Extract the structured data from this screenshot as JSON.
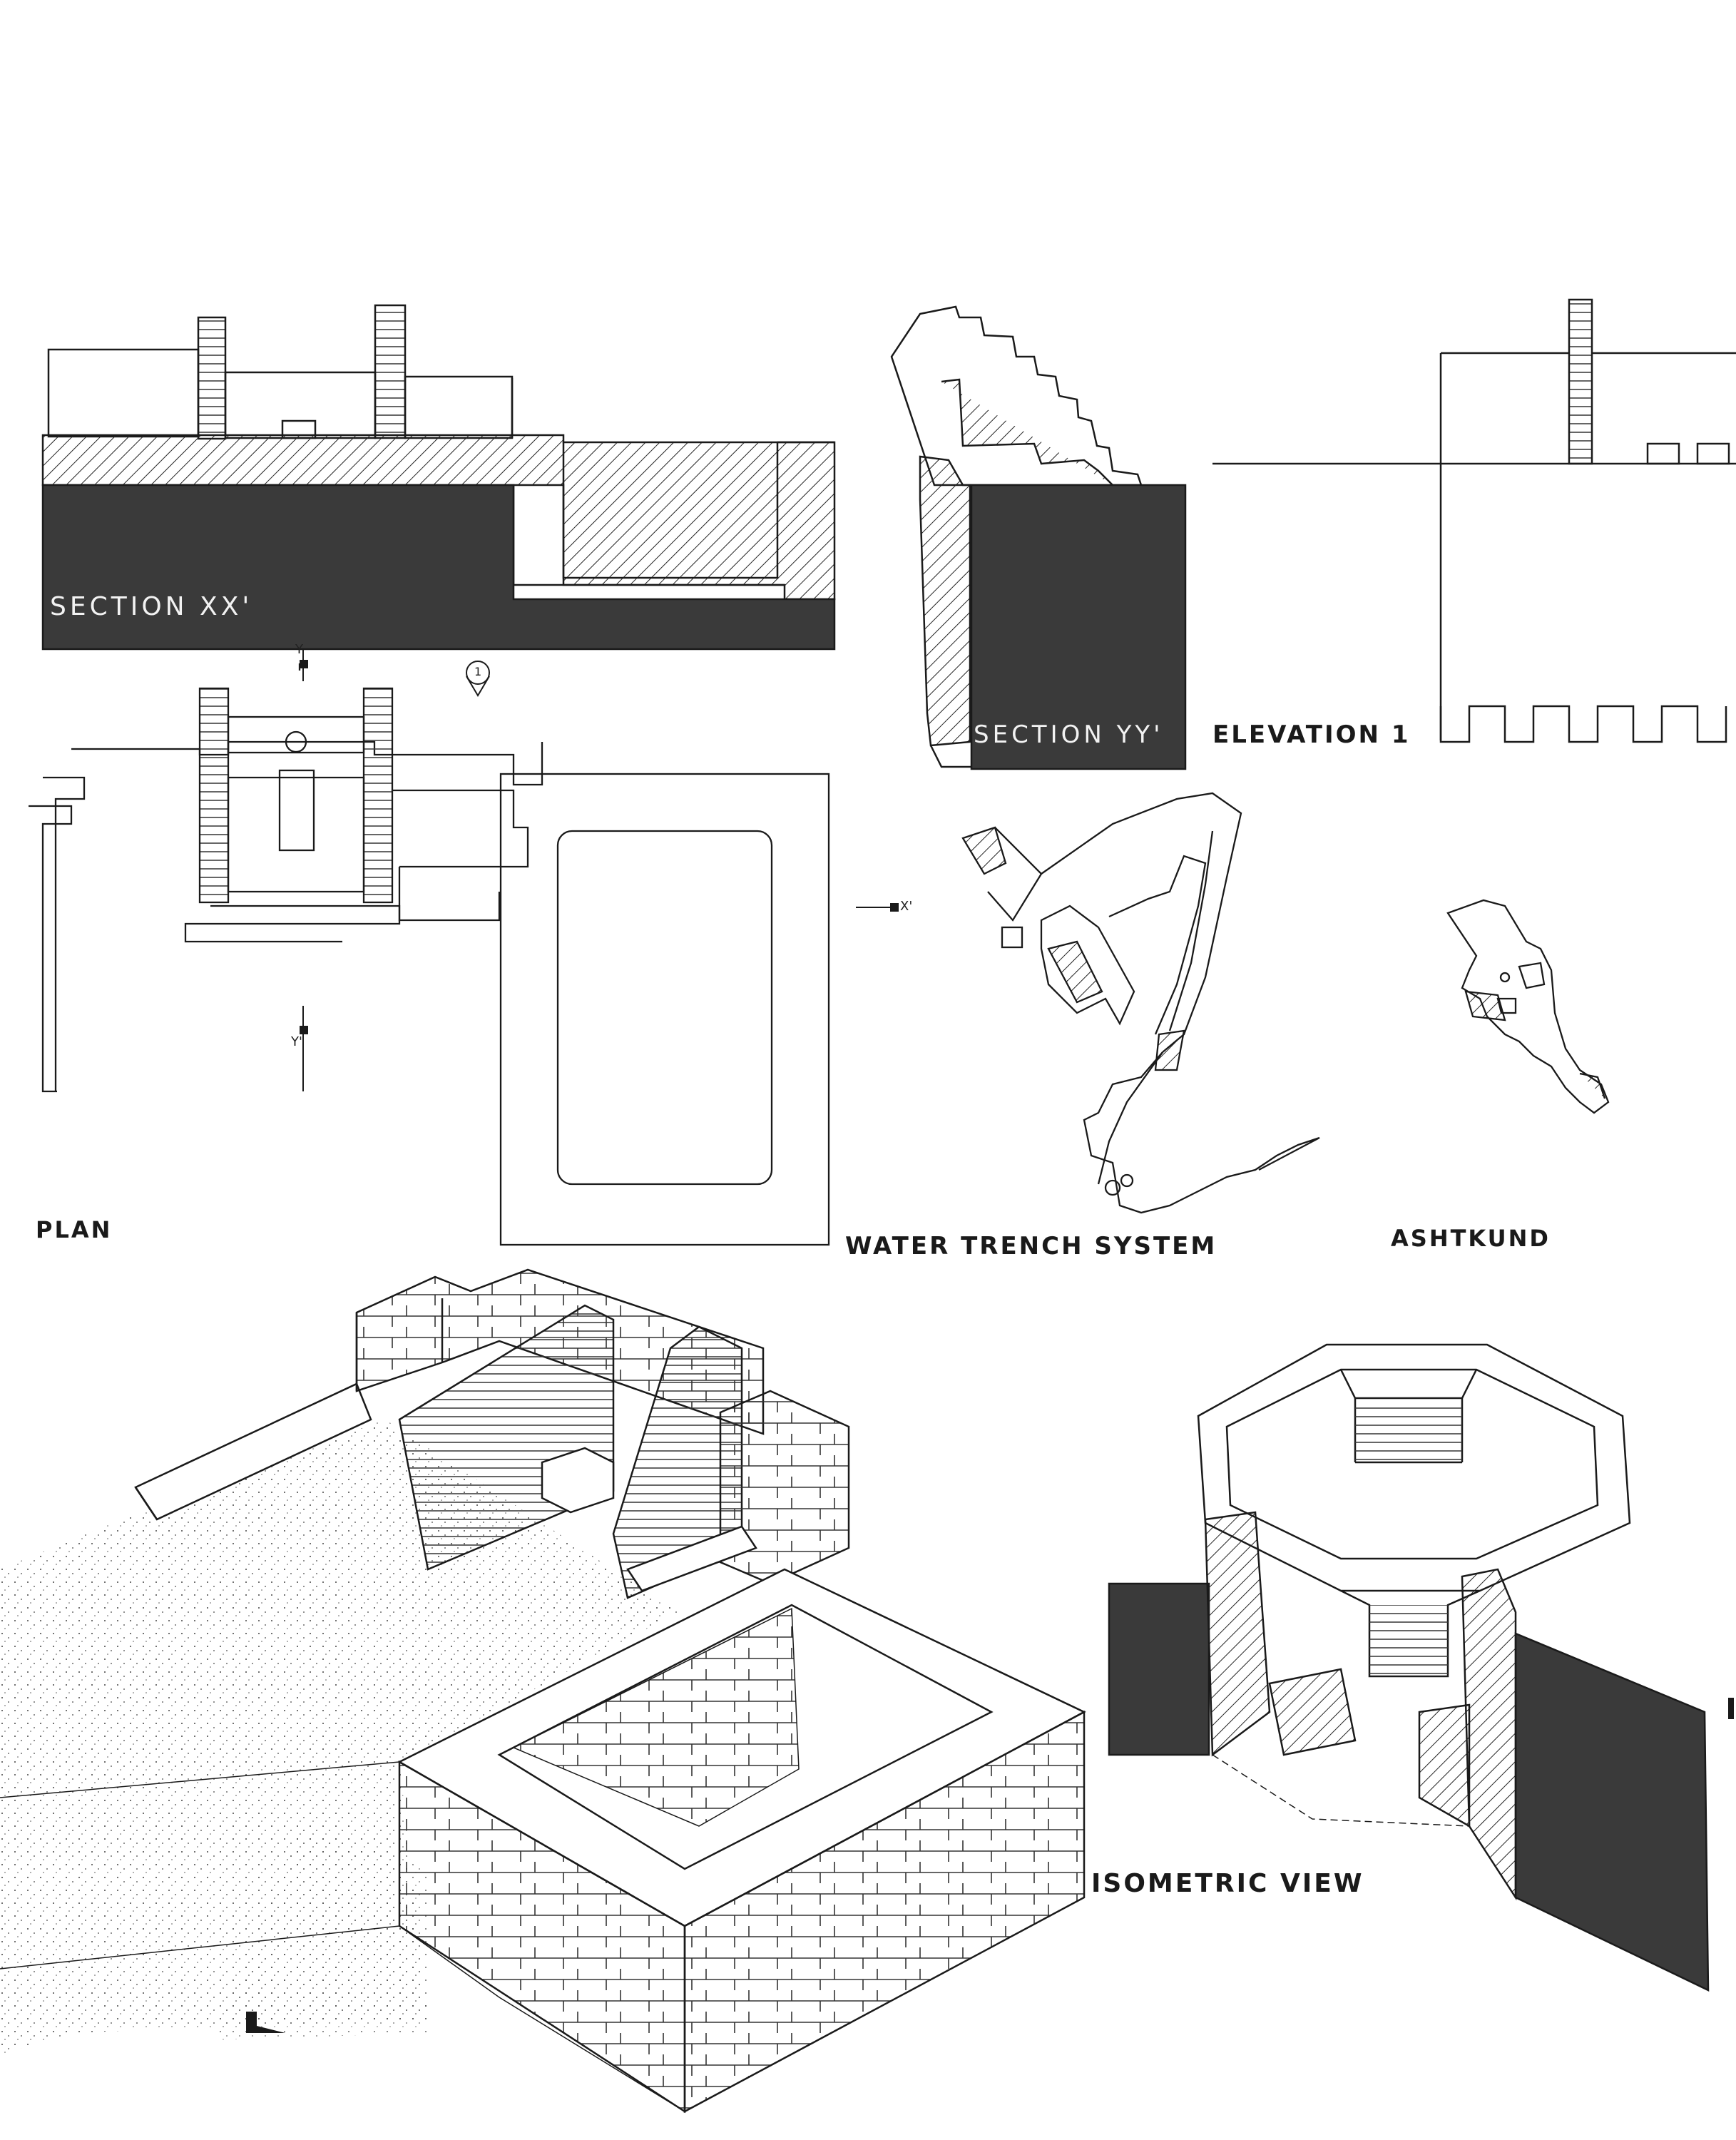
{
  "labels": {
    "section_xx": "SECTION XX'",
    "section_yy": "SECTION YY'",
    "elevation_1": "ELEVATION 1",
    "plan": "PLAN",
    "water_trench": "WATER TRENCH SYSTEM",
    "ashtkund": "ASHTKUND",
    "isometric": "ISOMETRIC VIEW"
  },
  "markers": {
    "y_top": "Y",
    "y_bottom": "Y'",
    "x_right": "X'",
    "elevation_ref": "1"
  },
  "colors": {
    "ink": "#1a1a1a",
    "solid_fill": "#3a3a3a",
    "paper": "#ffffff"
  }
}
